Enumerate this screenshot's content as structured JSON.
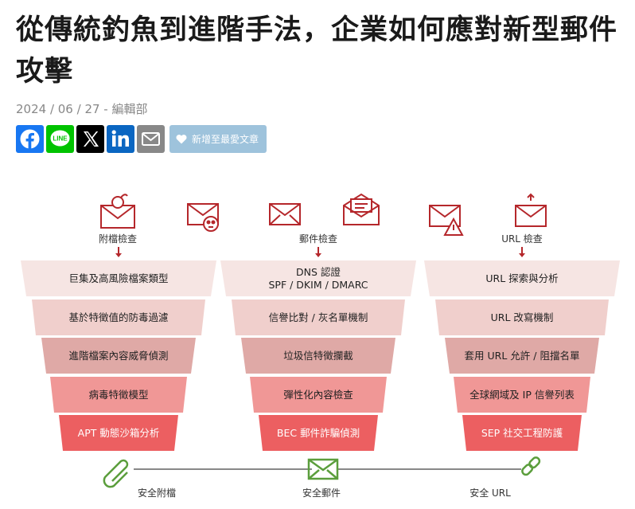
{
  "article": {
    "title": "從傳統釣魚到進階手法，企業如何應對新型郵件攻擊",
    "meta": "2024 / 06 / 27 - 編輯部"
  },
  "share": {
    "fav_label": "新增至最愛文章",
    "icons": [
      "facebook-icon",
      "line-icon",
      "x-icon",
      "linkedin-icon",
      "email-icon",
      "heart-icon"
    ],
    "colors": {
      "facebook": "#1877f2",
      "line": "#00c300",
      "x": "#000000",
      "linkedin": "#0a66c2",
      "email": "#888888",
      "fav": "#9ec3dc"
    }
  },
  "diagram": {
    "columns": [
      {
        "heading": "附檔檢查",
        "items": [
          "巨集及高風險檔案類型",
          "基於特徵值的防毒過濾",
          "進階檔案內容威脅偵測",
          "病毒特徵模型",
          "APT 動態沙箱分析"
        ]
      },
      {
        "heading": "郵件檢查",
        "items": [
          "DNS 認證\nSPF / DKIM / DMARC",
          "信譽比對 / 灰名單機制",
          "垃圾信特徵攔截",
          "彈性化內容檢查",
          "BEC 郵件詐騙偵測"
        ]
      },
      {
        "heading": "URL 檢查",
        "items": [
          "URL 探索與分析",
          "URL 改寫機制",
          "套用 URL 允許 / 阻擋名單",
          "全球網域及 IP 信譽列表",
          "SEP 社交工程防護"
        ]
      }
    ],
    "bottom": [
      "安全附檔",
      "安全郵件",
      "安全 URL"
    ],
    "tier_colors": [
      "#f6e5e3",
      "#f0cfcc",
      "#dfa9a6",
      "#f09796",
      "#ec5f61"
    ],
    "accent_red": "#b5272b",
    "accent_green": "#5b9e3c"
  }
}
